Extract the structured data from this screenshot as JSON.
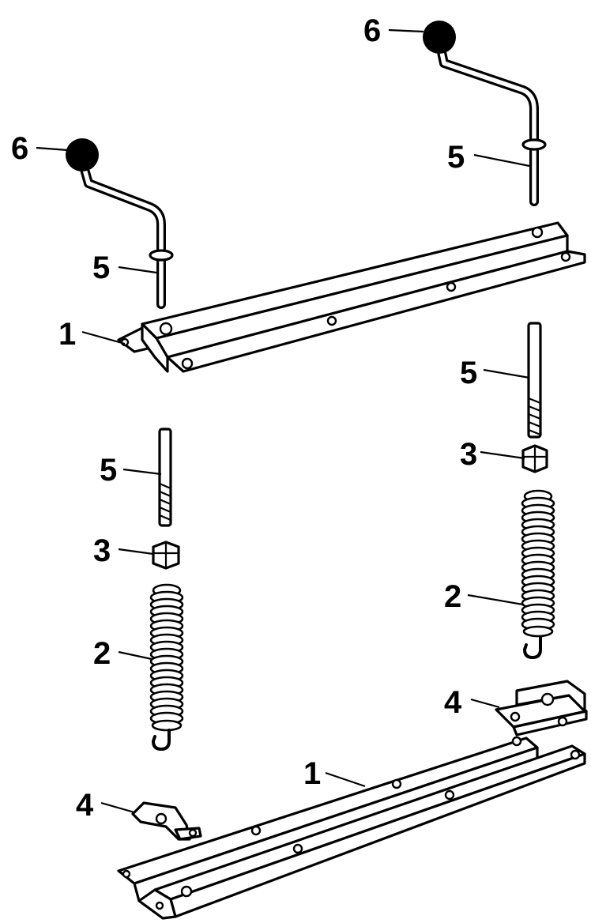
{
  "diagram": {
    "type": "exploded-parts-view",
    "callouts": {
      "rail_top": "1",
      "rail_bottom": "1",
      "spring_left": "2",
      "spring_right": "2",
      "nut_left": "3",
      "nut_right": "3",
      "bracket_left": "4",
      "bracket_right": "4",
      "rod_lower_left": "5",
      "rod_lower_right": "5",
      "rod_upper_left": "5",
      "rod_upper_right": "5",
      "knob_left": "6",
      "knob_right": "6"
    },
    "colors": {
      "ink": "#000000",
      "paper": "#ffffff"
    }
  }
}
